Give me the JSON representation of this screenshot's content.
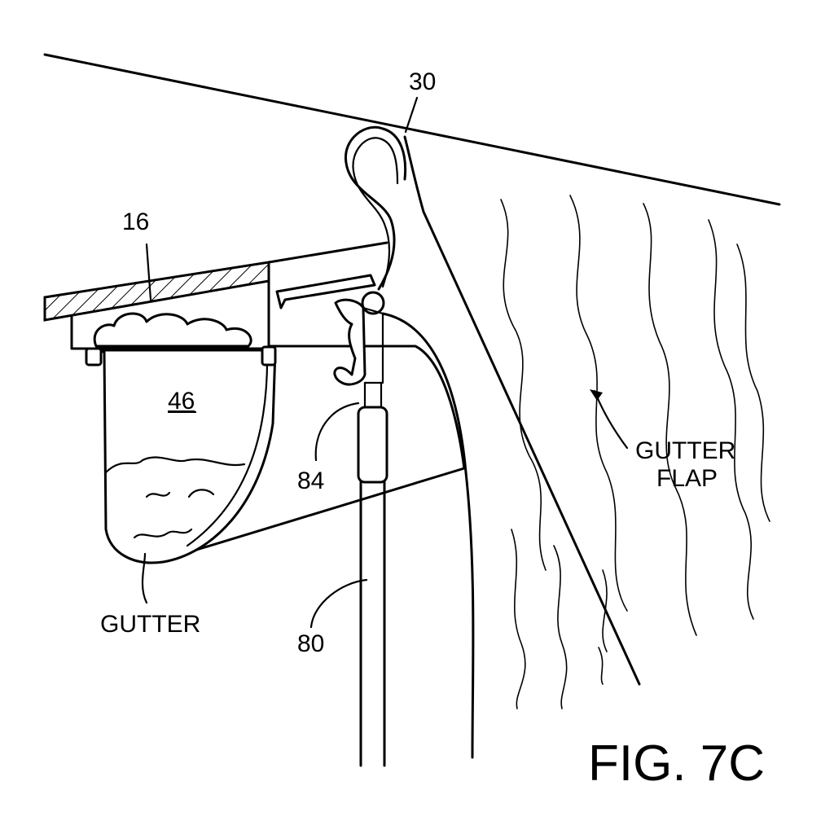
{
  "figure": {
    "title": "FIG. 7C",
    "labels": {
      "roof_ref": "30",
      "fascia_ref": "16",
      "gutter_ref": "46",
      "tool_tip_ref": "84",
      "pole_ref": "80",
      "gutter_text": "GUTTER",
      "flap_text_line1": "GUTTER",
      "flap_text_line2": "FLAP"
    }
  }
}
